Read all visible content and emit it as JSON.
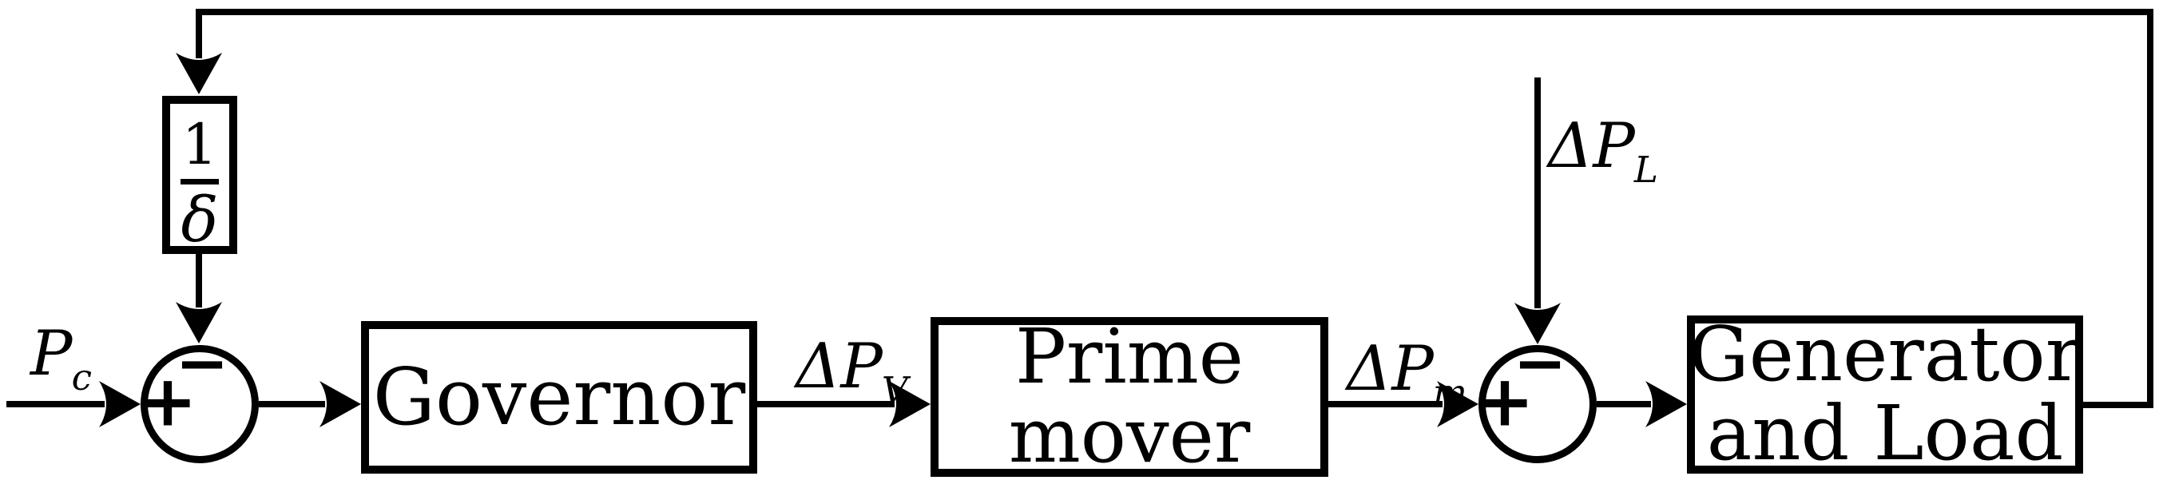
{
  "diagram": {
    "colors": {
      "background": "#ffffff",
      "stroke": "#000000"
    },
    "blocks": {
      "droop": {
        "numerator": "1",
        "denominator": "δ"
      },
      "governor": {
        "label": "Governor"
      },
      "prime_mover": {
        "line1": "Prime",
        "line2": "mover"
      },
      "generator_load": {
        "line1": "Generator",
        "line2": "and Load"
      }
    },
    "signals": {
      "pc": {
        "base": "P",
        "sub": "c"
      },
      "dpv": {
        "base": "ΔP",
        "sub": "V"
      },
      "dpm": {
        "base": "ΔP",
        "sub": "m"
      },
      "dpl": {
        "base": "ΔP",
        "sub": "L"
      }
    },
    "junctions": {
      "sum1": {
        "top_sign": "−",
        "left_sign": "+"
      },
      "sum2": {
        "top_sign": "−",
        "left_sign": "+"
      }
    }
  }
}
